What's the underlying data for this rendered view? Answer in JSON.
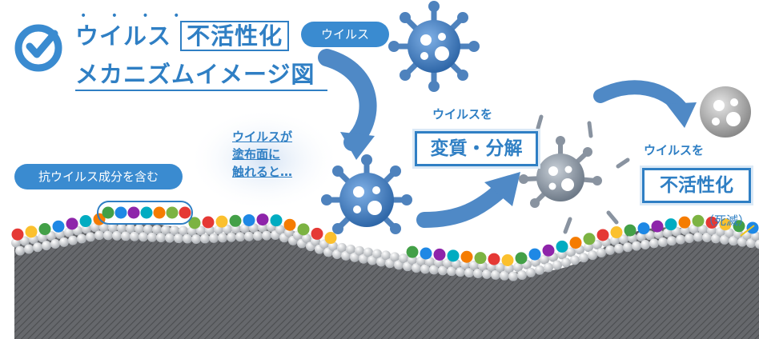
{
  "title": {
    "line1_prefix": "ウイルス",
    "line1_boxed": "不活性化",
    "line2": "メカニズムイメージ図",
    "emphasis_dots": "• • • •"
  },
  "labels": {
    "virus_pill": "ウイルス",
    "antiviral_pill": "抗ウイルス成分を含む",
    "contact_lines": [
      "ウイルスが",
      "塗布面に",
      "触れると…"
    ],
    "denature_intro": "ウイルスを",
    "denature_box": "変質・分解",
    "inactivate_intro": "ウイルスを",
    "inactivate_box": "不活性化",
    "death_note": "（死滅）"
  },
  "colors": {
    "accent": "#2f7fc4",
    "virus": "#4d86c4",
    "virus_gray": "#8d98a6",
    "surface": "#5d5f63"
  }
}
